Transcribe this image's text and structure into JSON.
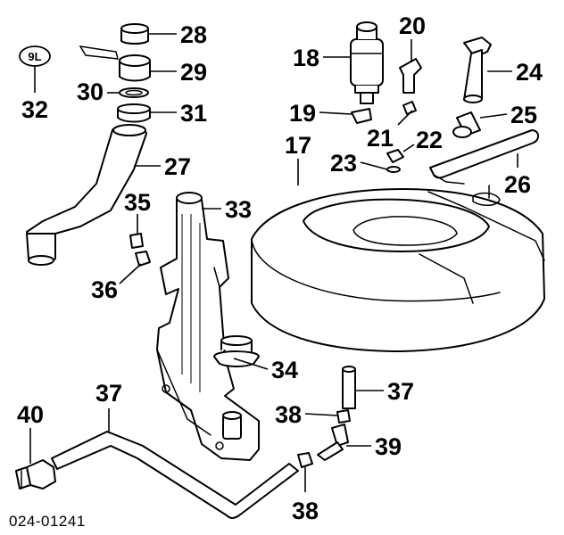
{
  "diagram": {
    "callouts": {
      "c17": "17",
      "c18": "18",
      "c19": "19",
      "c20": "20",
      "c21": "21",
      "c22": "22",
      "c23": "23",
      "c24": "24",
      "c25": "25",
      "c26": "26",
      "c27": "27",
      "c28": "28",
      "c29": "29",
      "c30": "30",
      "c31": "31",
      "c32": "32",
      "c33": "33",
      "c34": "34",
      "c35": "35",
      "c36": "36",
      "c37a": "37",
      "c37b": "37",
      "c38a": "38",
      "c38b": "38",
      "c39": "39",
      "c40": "40"
    },
    "badge": "9L",
    "reference_number": "024-01241"
  }
}
